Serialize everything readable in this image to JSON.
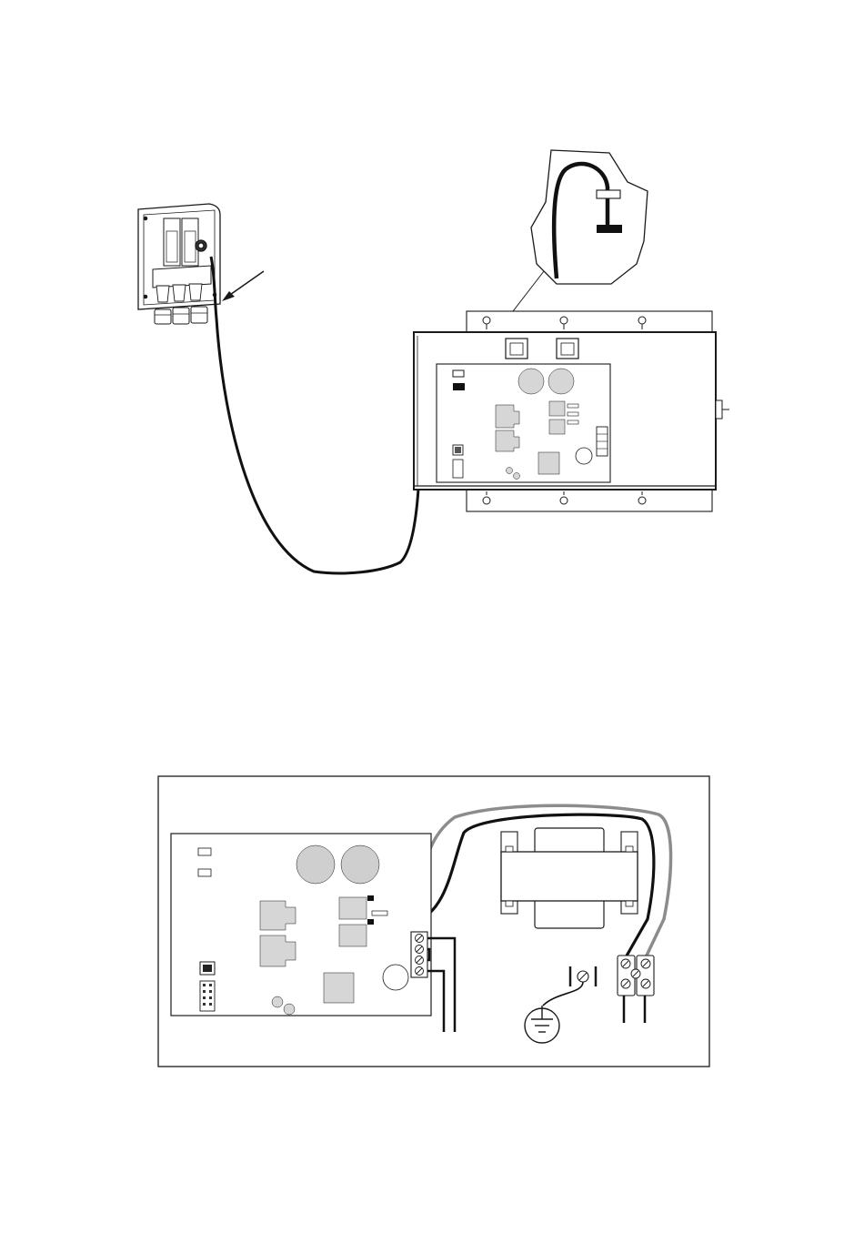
{
  "page": {
    "background": "#ffffff"
  },
  "colors": {
    "line": "#1a1a1a",
    "cable_black": "#111111",
    "cable_gray": "#8c8c8c",
    "component_fill": "#d6d6d6",
    "capacitor_fill": "#cfcfcf",
    "panel_fill": "#ffffff"
  },
  "figure_top": {
    "items": [
      "wall-unit",
      "cable",
      "callout-arrow",
      "control-box",
      "zoom-inset",
      "connector-plug"
    ]
  },
  "figure_bottom": {
    "items": [
      "circuit-board",
      "transformer",
      "terminal-block",
      "ground-lug",
      "ground-symbol",
      "power-terminal-block",
      "cable-black",
      "cable-gray"
    ]
  }
}
